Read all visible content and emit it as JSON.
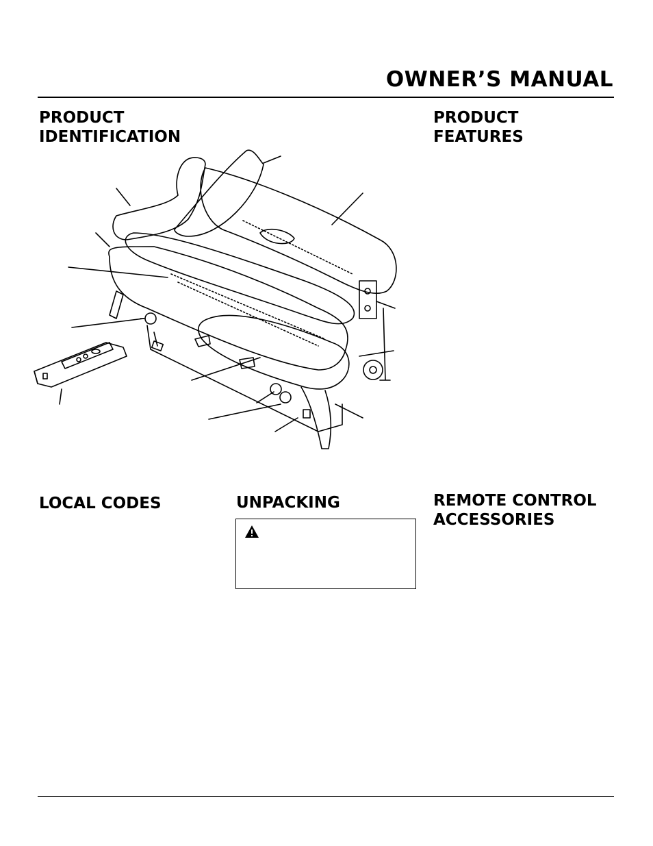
{
  "header": {
    "title": "OWNER’S MANUAL"
  },
  "sections": {
    "product_identification": {
      "line1": "PRODUCT",
      "line2": "IDENTIFICATION"
    },
    "product_features": {
      "line1": "PRODUCT",
      "line2": "FEATURES"
    },
    "local_codes": {
      "title": "LOCAL CODES"
    },
    "unpacking": {
      "title": "UNPACKING"
    },
    "remote_control_accessories": {
      "line1": "REMOTE CONTROL",
      "line2": "ACCESSORIES"
    }
  },
  "icons": {
    "warning": "warning-triangle-icon"
  },
  "colors": {
    "ink": "#000000",
    "paper": "#ffffff"
  }
}
